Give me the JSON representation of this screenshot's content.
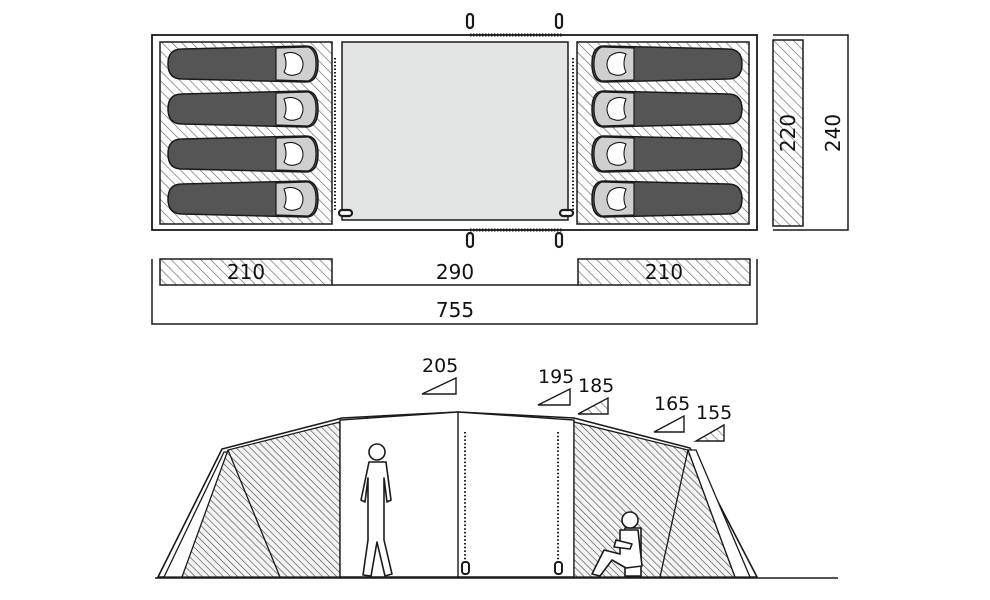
{
  "plan": {
    "width_overall": "755",
    "bedroom_left": "210",
    "living": "290",
    "bedroom_right": "210",
    "depth_inner": "220",
    "depth_outer": "240",
    "sleepers_per_room": 4
  },
  "side_view": {
    "heights": [
      {
        "id": "h205",
        "label": "205"
      },
      {
        "id": "h195",
        "label": "195"
      },
      {
        "id": "h185",
        "label": "185"
      },
      {
        "id": "h165",
        "label": "165"
      },
      {
        "id": "h155",
        "label": "155"
      }
    ]
  },
  "colors": {
    "line": "#1a1a1a",
    "bag": "#555555",
    "living_floor": "#e3e5e4",
    "hatch": "#555555"
  }
}
